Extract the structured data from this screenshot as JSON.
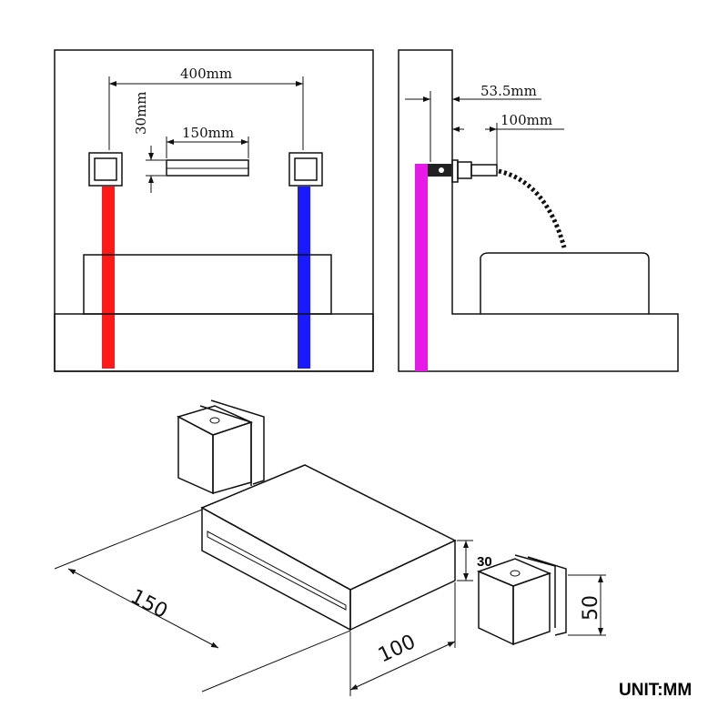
{
  "front_view": {
    "width_label": "400mm",
    "height_label": "30mm",
    "spout_label": "150mm",
    "colors": {
      "hot": "#ff1a1a",
      "cold": "#1a1aff"
    }
  },
  "side_view": {
    "depth_label": "53.5mm",
    "projection_label": "100mm",
    "colors": {
      "pipe": "#e619e6"
    }
  },
  "iso_view": {
    "length_label": "150",
    "depth_label": "100",
    "height_label": "30",
    "handle_label": "50"
  },
  "unit_label": "UNIT:MM"
}
